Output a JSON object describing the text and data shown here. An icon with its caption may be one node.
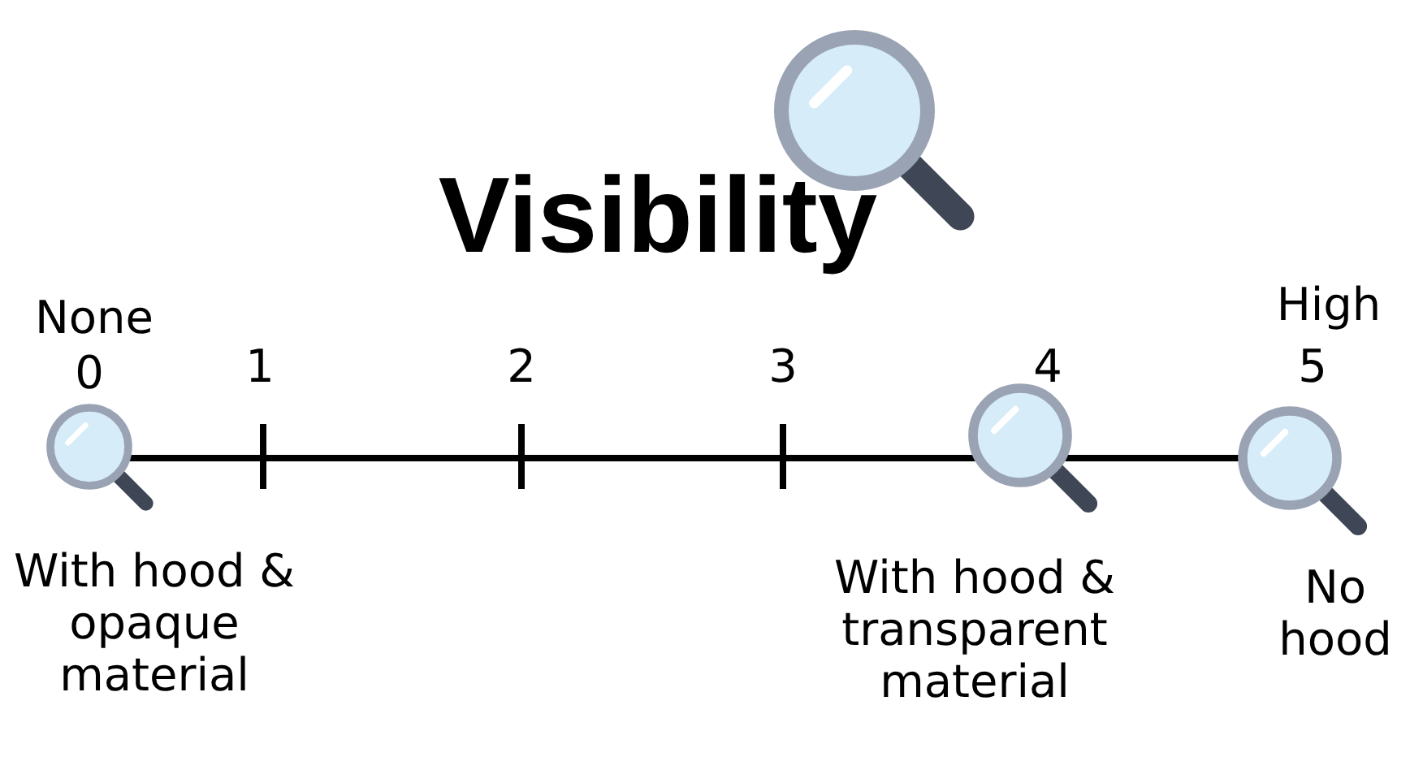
{
  "diagram": {
    "title": "Visibility",
    "labels": [
      "None",
      "0",
      "1",
      "2",
      "3",
      "4",
      "High",
      "5",
      "With hood & opaque material",
      "With hood & transparent material",
      "No hood"
    ]
  }
}
